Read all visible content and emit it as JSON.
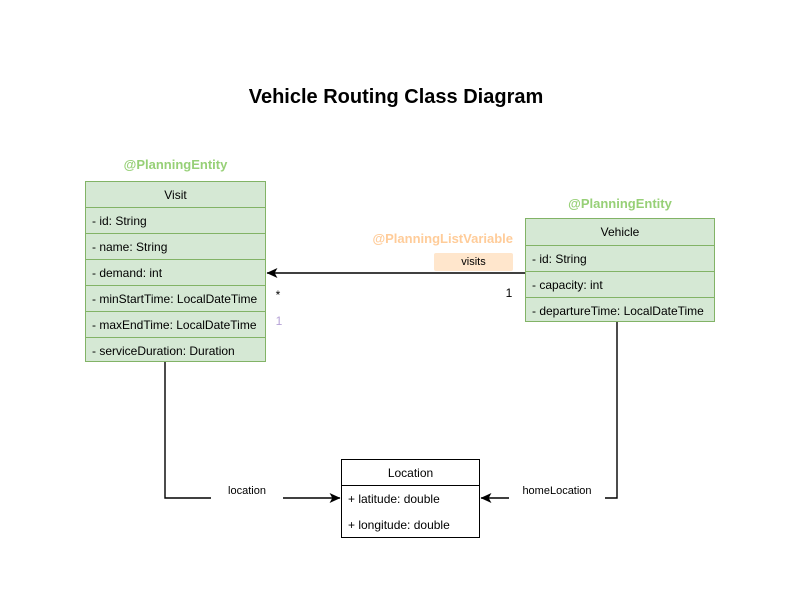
{
  "title": "Vehicle Routing Class Diagram",
  "classes": {
    "visit": {
      "annotation": "@PlanningEntity",
      "name": "Visit",
      "attributes": [
        "- id: String",
        "- name: String",
        "- demand: int",
        "- minStartTime: LocalDateTime",
        "- maxEndTime: LocalDateTime",
        "- serviceDuration: Duration"
      ]
    },
    "vehicle": {
      "annotation": "@PlanningEntity",
      "name": "Vehicle",
      "attributes": [
        "- id: String",
        "- capacity: int",
        "- departureTime: LocalDateTime"
      ]
    },
    "location": {
      "name": "Location",
      "attributes": [
        "+ latitude: double",
        "+ longitude: double"
      ]
    }
  },
  "edges": {
    "visits": {
      "annotation": "@PlanningListVariable",
      "label": "visits",
      "multiplicity_source": "1",
      "multiplicity_target": "*",
      "index_label": "1"
    },
    "location": {
      "label": "location"
    },
    "home_location": {
      "label": "homeLocation"
    }
  },
  "colors": {
    "entity_fill": "#d5e8d4",
    "entity_border": "#82b366",
    "entity_annotation_text": "#97d077",
    "list_variable_chip_fill": "#ffe6cc",
    "list_variable_annotation_text": "#ffcc99",
    "index_label_text": "#b5a1d6",
    "edge_line": "#000000",
    "background": "#ffffff"
  }
}
